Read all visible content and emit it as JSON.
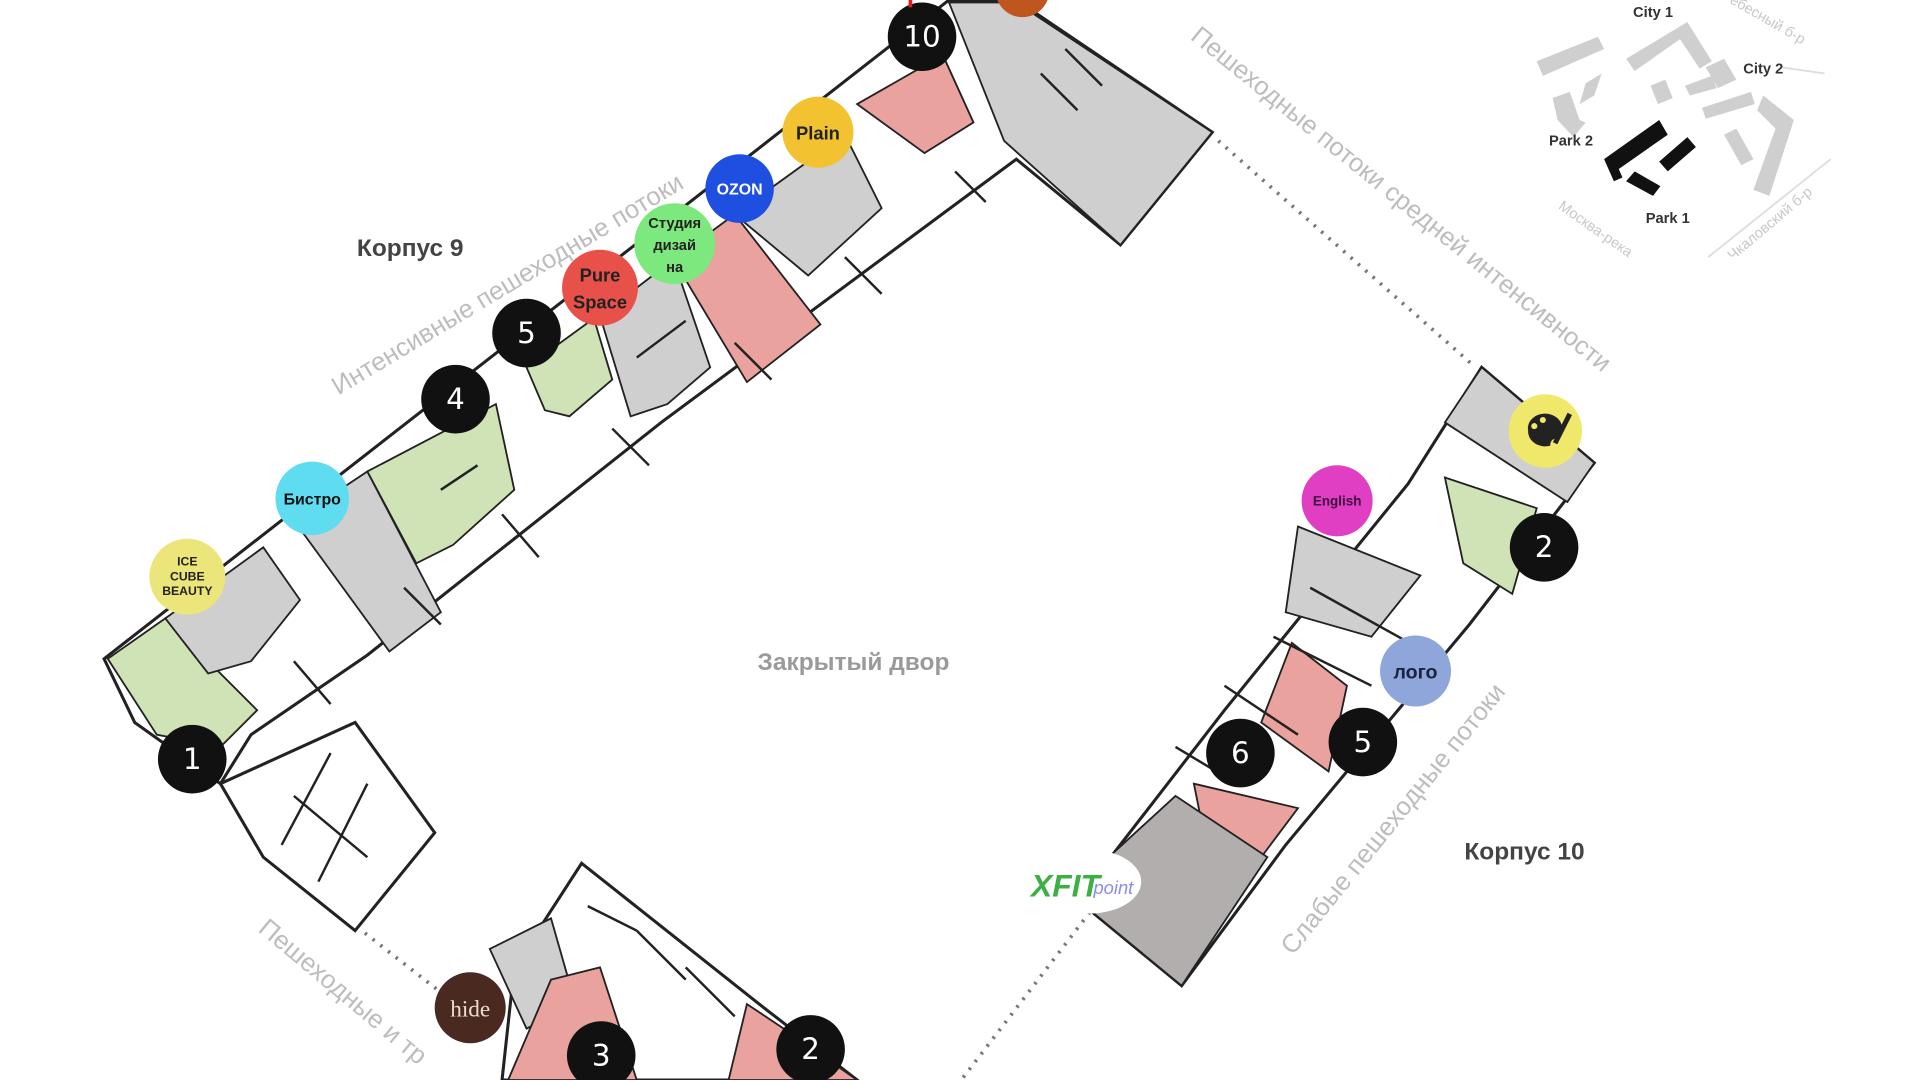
{
  "buildings": {
    "korpus9": "Корпус 9",
    "korpus10": "Корпус 10",
    "yard": "Закрытый двор"
  },
  "flows": {
    "intense": "Интенсивные пешеходные потоки",
    "medium": "Пешеходные потоки средней интенсивности",
    "weak": "Слабые пешеходные потоки",
    "bottom": "Пешеходные и тр"
  },
  "numbered_markers": [
    "10",
    "5",
    "4",
    "1",
    "2",
    "5",
    "6",
    "3",
    "2"
  ],
  "tenants": {
    "plain": "Plain",
    "ozon": "OZON",
    "studio": [
      "Студия",
      "дизай",
      "на"
    ],
    "pure_space": [
      "Pure",
      "Space"
    ],
    "bistro": "Бистро",
    "ice_cube": [
      "ICE",
      "CUBE",
      "BEAUTY"
    ],
    "english": "English",
    "logo": "лого",
    "xfit": [
      "XFIT",
      "point"
    ],
    "hide": "hide",
    "art_studio_icon": "palette-icon"
  },
  "minimap": {
    "city1": "City 1",
    "city2": "City 2",
    "park1": "Park 1",
    "park2": "Park 2",
    "street_top": "ебесный б-р",
    "street_right": "Чкаловский б-р",
    "river": "Москва-река"
  },
  "colors": {
    "plain": "#f2c230",
    "ozon": "#1f4fe0",
    "studio": "#7de87d",
    "pure_space": "#e8504a",
    "bistro": "#5fdcef",
    "ice_cube": "#ece57a",
    "english": "#e03fc4",
    "logo": "#8ea6da",
    "hide": "#4a2a20",
    "palette": "#f0e86a"
  }
}
